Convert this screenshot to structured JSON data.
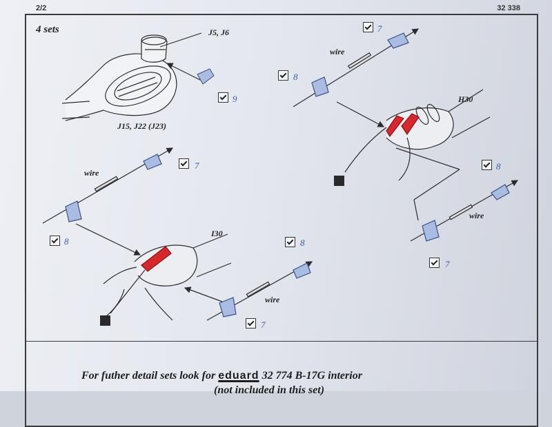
{
  "header": {
    "page": "2/2",
    "set_number": "32 338"
  },
  "section": {
    "sets": "4 sets"
  },
  "labels": {
    "j5j6": "J5, J6",
    "j15": "J15, J22 (J23)",
    "h30": "H30",
    "i30": "I30",
    "wire": "wire"
  },
  "parts": {
    "n9": "9",
    "n7": "7",
    "n8": "8"
  },
  "footer": {
    "line1_prefix": "For futher detail sets look for",
    "brand": "eduard",
    "line1_suffix": "32 774 B-17G interior",
    "line2": "(not included in this set)"
  },
  "colors": {
    "photo_etch": "#8fa4cf",
    "highlight": "#d8262d",
    "ink": "#2b2b2b"
  }
}
